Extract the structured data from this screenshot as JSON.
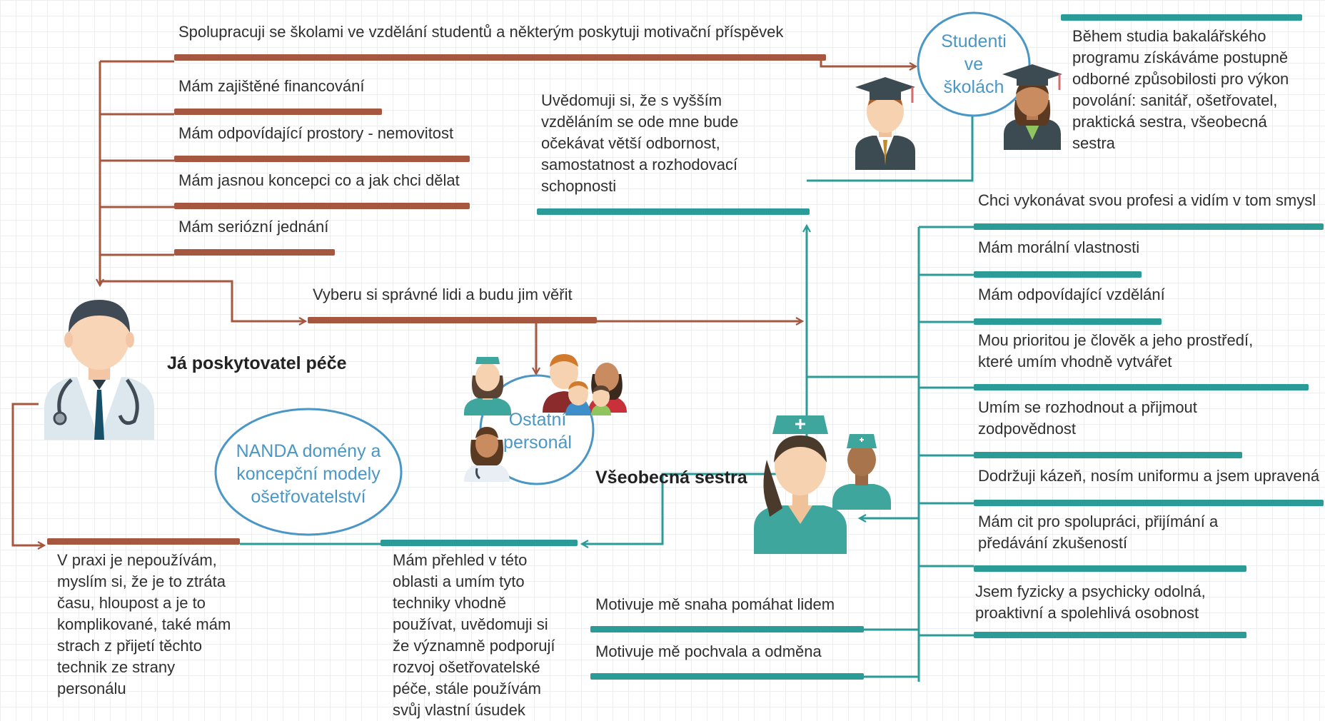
{
  "colors": {
    "brown": "#a5573f",
    "teal": "#2b9b98",
    "bubble": "#4a97c6"
  },
  "provider": {
    "title": "Já poskytovatel péče",
    "icon": "doctor-icon",
    "top_branch": "Spolupracuji se školami ve vzdělání studentů a některým poskytuji motivační příspěvek",
    "items": [
      "Mám zajištěné financování",
      "Mám odpovídající prostory - nemovitost",
      "Mám jasnou koncepci co a jak chci dělat",
      "Mám seriózní jednání"
    ],
    "people_branch": "Vyberu si správné lidi a budu jim věřit",
    "practice_note": "V praxi je nepoužívám, myslím si, že je to ztráta času, hloupost a je to komplikované, také mám strach z přijetí těchto technik ze strany personálu"
  },
  "students": {
    "title": "Studenti ve školách",
    "icon": "graduate-icon",
    "text": "Během studia bakalářského programu získáváme postupně odborné způsobilosti pro výkon povolání: sanitář, ošetřovatel, praktická sestra, všeobecná sestra"
  },
  "staff": {
    "title": "Ostatní personál",
    "icon": "team-icon"
  },
  "nanda": {
    "title": "NANDA domény a koncepční modely ošetřovatelství",
    "nurse_note": "Mám přehled v této oblasti a umím tyto techniky vhodně používat, uvědomuji si že významně podporují rozvoj ošetřovatelské péče, stále používám svůj vlastní úsudek"
  },
  "nurse": {
    "title": "Všeobecná sestra",
    "icon": "nurse-icon",
    "education_note": "Uvědomuji si, že s vyšším vzděláním se ode mne bude očekávat větší odbornost, samostatnost a rozhodovací schopnosti",
    "traits": [
      "Chci vykonávat svou profesi a vidím v tom smysl",
      "Mám morální vlastnosti",
      "Mám odpovídající vzdělání",
      "Mou prioritou je člověk a jeho prostředí, které umím vhodně vytvářet",
      "Umím se rozhodnout a přijmout zodpovědnost",
      "Dodržuji kázeň, nosím uniformu a jsem upravená",
      "Mám cit pro spolupráci, přijímání a předávání zkušeností",
      "Jsem fyzicky a psychicky odolná, proaktivní a spolehlivá osobnost"
    ],
    "motivations": [
      "Motivuje mě snaha pomáhat lidem",
      "Motivuje mě pochvala a odměna"
    ]
  }
}
